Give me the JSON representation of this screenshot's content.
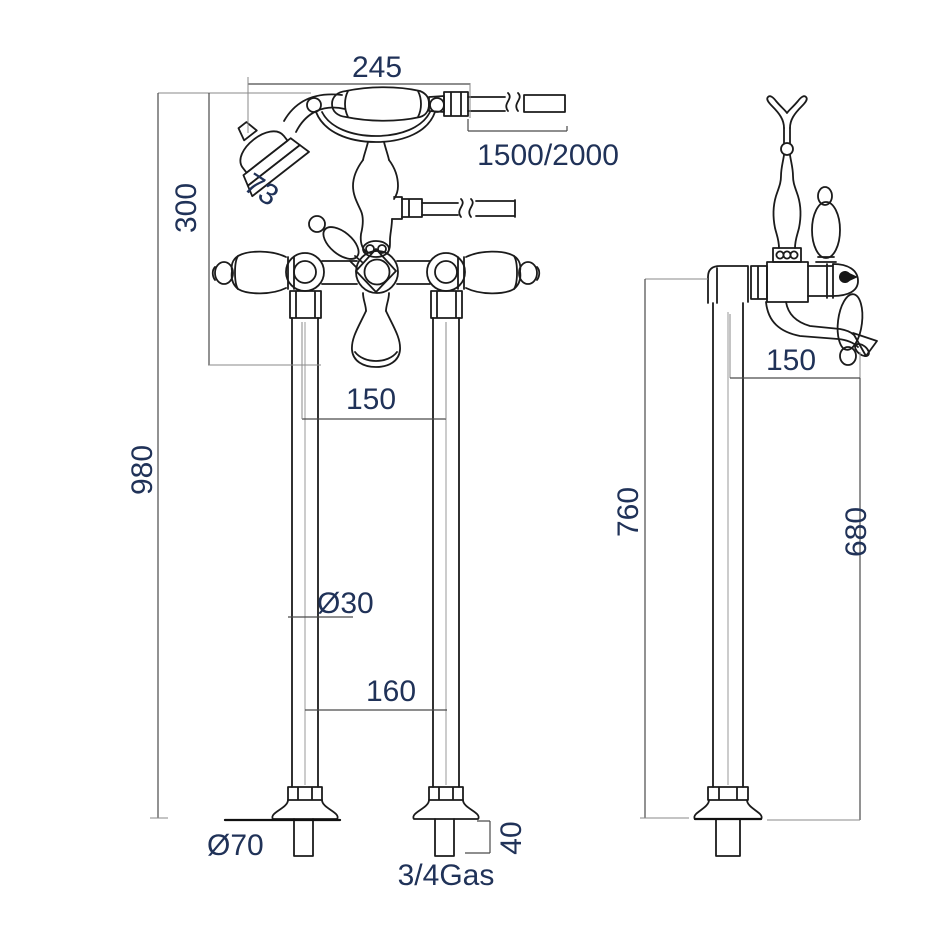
{
  "drawing_type": "technical-dimension-diagram",
  "subject": "floorstanding bath shower mixer tap, front and side elevation",
  "colors": {
    "background": "#ffffff",
    "line": "#1b1b1b",
    "dimension_text": "#203258"
  },
  "dims": {
    "overall_width": "245",
    "hose_length": "1500/2000",
    "handset_head": "73",
    "body_drop": "300",
    "overall_height": "980",
    "riser_centres_top": "150",
    "riser_diameter": "Ø30",
    "riser_centres_floor": "160",
    "flange_diameter": "Ø70",
    "connection_thread": "3/4Gas",
    "tail_below_floor": "40",
    "spout_reach": "150",
    "inlet_height": "760",
    "spout_height": "680"
  }
}
